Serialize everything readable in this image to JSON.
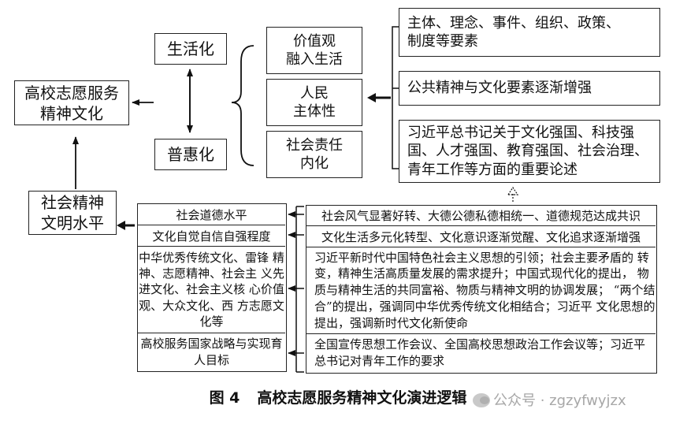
{
  "diagram": {
    "top": {
      "culture": [
        "高校志愿服务",
        "精神文化"
      ],
      "life": "生活化",
      "benefit": "普惠化",
      "features": [
        [
          "价值观",
          "融入生活"
        ],
        [
          "人民",
          "主体性"
        ],
        [
          "社会责任",
          "内化"
        ]
      ],
      "drivers": [
        [
          "主体、理念、事件、组织、政策、",
          "制度等要素"
        ],
        [
          "公共精神与文化要素逐渐增强"
        ],
        [
          "习近平总书记关于文化强国、科技强",
          "国、人才强国、教育强国、社会治理、",
          "青年工作等方面的重要论述"
        ]
      ]
    },
    "bottom": {
      "civilization": [
        "社会精神",
        "文明水平"
      ],
      "factors": [
        [
          "社会道德水平"
        ],
        [
          "文化自觉自信自强程度"
        ],
        [
          "中华优秀传统文化、雷锋",
          "精神、志愿精神、社会主",
          "义先进文化、社会主义核",
          "心价值观、大众文化、西",
          "方志愿文化等"
        ],
        [
          "高校服务国家战略与实现",
          "育人目标"
        ]
      ],
      "contexts": [
        [
          "社会风气显著好转、大德公德私德相统一、道德规范达成共识"
        ],
        [
          "文化生活多元化转型、文化意识逐渐觉醒、文化追求逐渐增强"
        ],
        [
          "习近平新时代中国特色社会主义思想的引领；社会主要矛盾的",
          "转变，精神生活高质量发展的需求提升；中国式现代化的提出，",
          "物质与精神生活的共同富裕、物质与精神文明的协调发展；",
          "“两个结合”的提出，强调同中华优秀传统文化相结合；习近平",
          "文化思想的提出，强调新时代文化新使命"
        ],
        [
          "全国宣传思想工作会议、全国高校思想政治工作会议等；",
          "习近平总书记对青年工作的要求"
        ]
      ]
    },
    "caption": {
      "figure": "图 4",
      "title": "高校志愿服务精神文化演进逻辑"
    },
    "watermark": "公众号 · zgzyfwyjzx"
  }
}
